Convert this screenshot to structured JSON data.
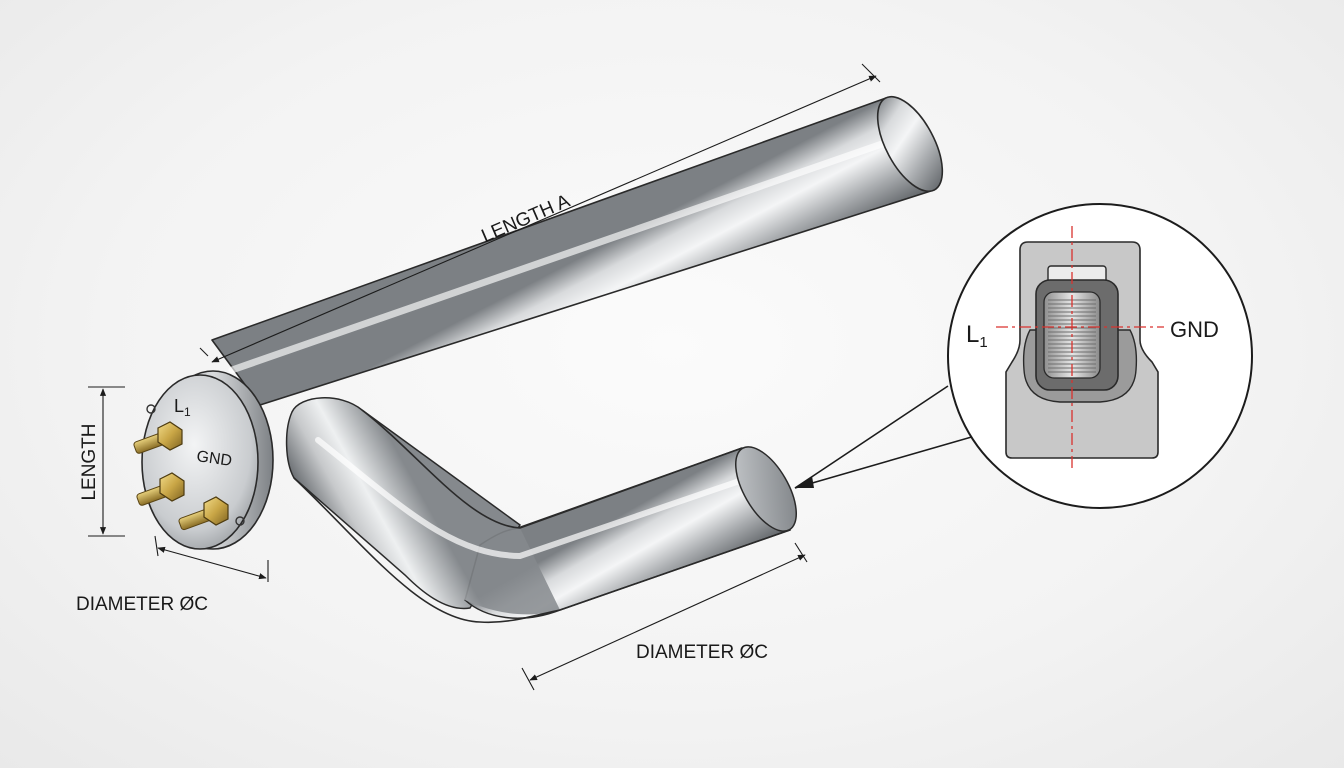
{
  "labels": {
    "length_a": "LENGTH A",
    "length": "LENGTH",
    "diameter_left": "DIAMETER ØC",
    "diameter_bottom": "DIAMETER ØC",
    "flange_l1": "L",
    "flange_l1_sub": "1",
    "flange_gnd": "GND",
    "detail_l1": "L",
    "detail_l1_sub": "1",
    "detail_gnd": "GND"
  },
  "colors": {
    "steel_dark": "#6e7276",
    "steel_mid": "#b9bcbf",
    "steel_light": "#eef0f1",
    "brass": "#c9a646",
    "centerline": "#d9322e",
    "outline": "#1c1c1c"
  }
}
